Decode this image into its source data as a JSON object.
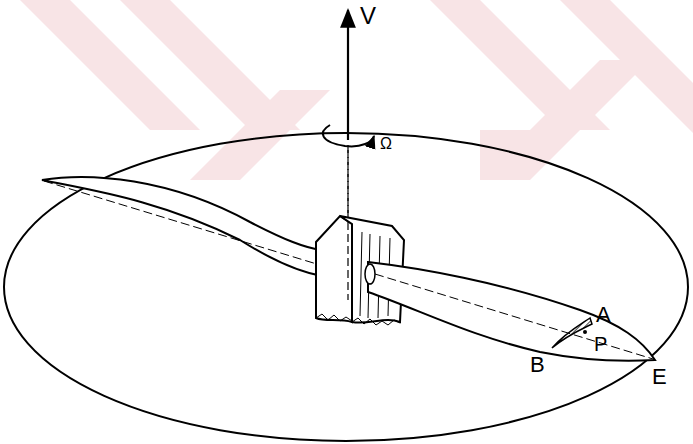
{
  "diagram": {
    "labels": [
      "V",
      "Ω",
      "A",
      "B",
      "P",
      "E"
    ]
  }
}
